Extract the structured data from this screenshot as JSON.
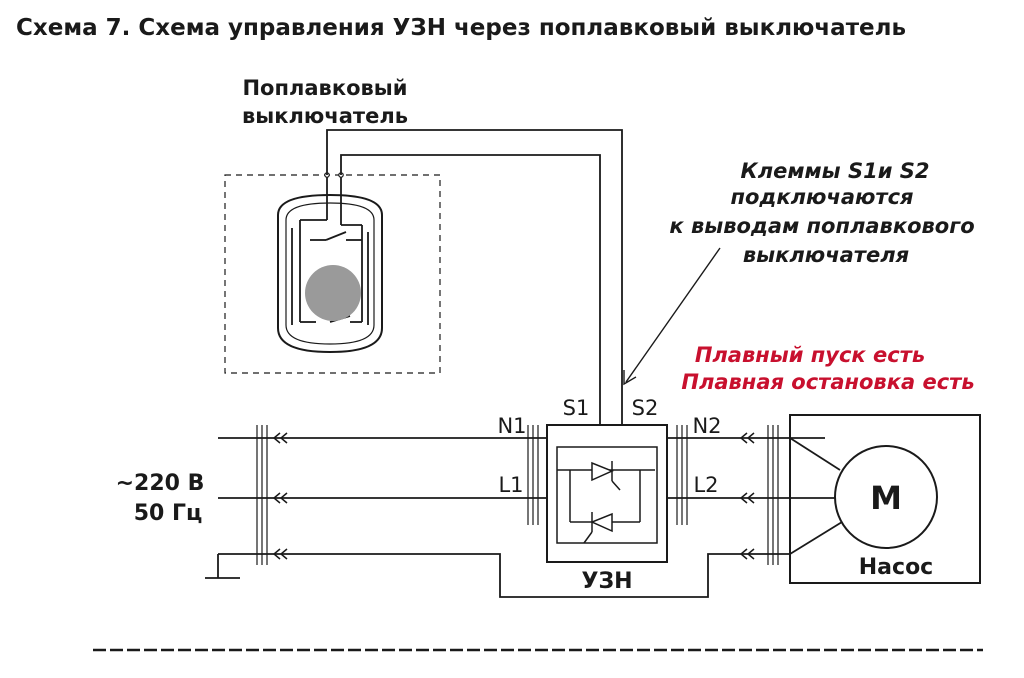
{
  "title": "Схема 7. Схема управления УЗН через поплавковый выключатель",
  "float_switch": {
    "line1": "Поплавковый",
    "line2": "выключатель"
  },
  "callout": {
    "line1": "Клеммы S1и S2",
    "line2": "подключаются",
    "line3": "к выводам поплавкового",
    "line4": "выключателя"
  },
  "soft_start": {
    "line1": "Плавный пуск есть",
    "line2": "Плавная остановка есть",
    "color": "#c8102e"
  },
  "supply": {
    "voltage": "~220 В",
    "frequency": "50 Гц"
  },
  "terminals": {
    "n1": "N1",
    "n2": "N2",
    "l1": "L1",
    "l2": "L2",
    "s1": "S1",
    "s2": "S2"
  },
  "device": {
    "label": "УЗН"
  },
  "pump": {
    "motor_symbol": "М",
    "label": "Насос"
  },
  "colors": {
    "line": "#1a1a1a",
    "float_ball": "#9a9a9a"
  }
}
